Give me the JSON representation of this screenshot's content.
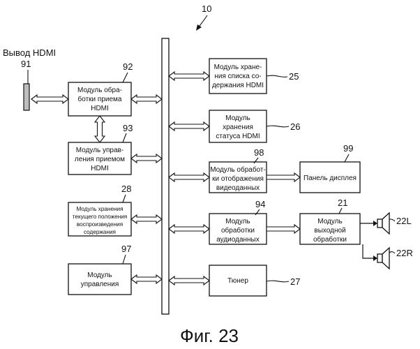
{
  "figure": {
    "top_ref": "10",
    "caption": "Фиг. 23"
  },
  "hdmi_output": {
    "label": "Вывод HDMI",
    "ref": "91"
  },
  "blocks": {
    "hdmi_receive": {
      "lines": [
        "Модуль обра-",
        "ботки приема",
        "HDMI"
      ],
      "ref": "92"
    },
    "hdmi_control": {
      "lines": [
        "Модуль управ-",
        "ления приемом",
        "HDMI"
      ],
      "ref": "93"
    },
    "position_store": {
      "lines": [
        "Модуль хранения",
        "текущего положения",
        "воспроизведения",
        "содержания"
      ],
      "ref": "28"
    },
    "control": {
      "lines": [
        "Модуль",
        "управления"
      ],
      "ref": "97"
    },
    "content_list": {
      "lines": [
        "Модуль хране-",
        "ния списка со-",
        "держания HDMI"
      ],
      "ref": "25"
    },
    "status_store": {
      "lines": [
        "Модуль",
        "хранения",
        "статуса HDMI"
      ],
      "ref": "26"
    },
    "video": {
      "lines": [
        "Модуль обработ-",
        "ки отображения",
        "видеоданных"
      ],
      "ref": "98"
    },
    "display": {
      "lines": [
        "Панель дисплея"
      ],
      "ref": "99"
    },
    "audio": {
      "lines": [
        "Модуль",
        "обработки",
        "аудиоданных"
      ],
      "ref": "94"
    },
    "output": {
      "lines": [
        "Модуль",
        "выходной",
        "обработки"
      ],
      "ref": "21"
    },
    "tuner": {
      "lines": [
        "Тюнер"
      ],
      "ref": "27"
    }
  },
  "speakers": {
    "left_ref": "22L",
    "right_ref": "22R"
  }
}
